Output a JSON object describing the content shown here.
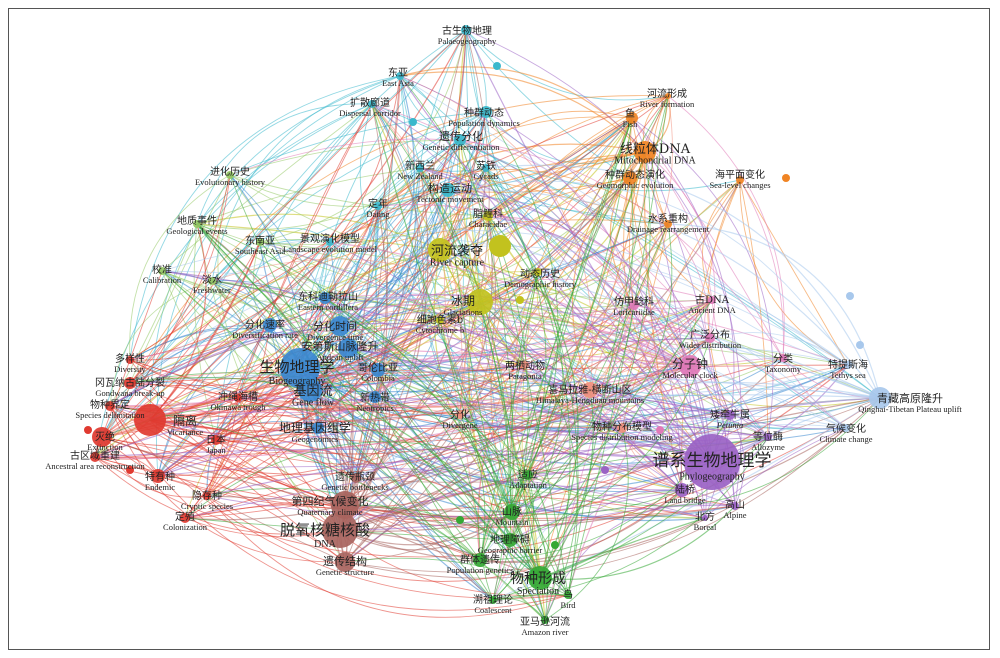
{
  "clusters": {
    "cyan": "#3ab8cc",
    "olive": "#c2c21e",
    "orange": "#f08424",
    "lightgreen": "#94c864",
    "blue": "#3a88d0",
    "red": "#e03a30",
    "brown": "#a8645e",
    "pink": "#e07ab8",
    "salmon": "#f0907e",
    "purple": "#9a62c4",
    "lightblue": "#a8c8ec",
    "green": "#34a834"
  },
  "nodes": [
    {
      "zh": "古生物地理",
      "en": "Palaeogeography",
      "c": "cyan"
    },
    {
      "zh": "东亚",
      "en": "East Asia",
      "c": "cyan"
    },
    {
      "zh": "扩散廊道",
      "en": "Dispersal corridor",
      "c": "cyan"
    },
    {
      "zh": "种群动态",
      "en": "Population dynamics",
      "c": "cyan"
    },
    {
      "zh": "遗传分化",
      "en": "Genetic differentiation",
      "c": "cyan"
    },
    {
      "zh": "新西兰",
      "en": "New Zealand",
      "c": "cyan"
    },
    {
      "zh": "苏铁",
      "en": "Cycads",
      "c": "cyan"
    },
    {
      "zh": "构造运动",
      "en": "Tectonic movement",
      "c": "cyan"
    },
    {
      "zh": "定年",
      "en": "Dating",
      "c": "cyan"
    },
    {
      "zh": "景观演化模型",
      "en": "Landscape evolution model",
      "c": "cyan"
    },
    {
      "zh": "脂鲤科",
      "en": "Characidae",
      "c": "olive"
    },
    {
      "zh": "河流袭夺",
      "en": "River capture",
      "c": "olive"
    },
    {
      "zh": "动态历史",
      "en": "Demographic history",
      "c": "olive"
    },
    {
      "zh": "冰期",
      "en": "Glaciations",
      "c": "olive"
    },
    {
      "zh": "细胞色素b",
      "en": "Cytochrome b",
      "c": "olive"
    },
    {
      "zh": "鱼",
      "en": "Fish",
      "c": "orange"
    },
    {
      "zh": "河流形成",
      "en": "River formation",
      "c": "orange"
    },
    {
      "zh": "线粒体DNA",
      "en": "Mitochondrial DNA",
      "c": "orange"
    },
    {
      "zh": "种群动态演化",
      "en": "Geomorphic evolution",
      "c": "orange"
    },
    {
      "zh": "海平面变化",
      "en": "Sea-level changes",
      "c": "orange"
    },
    {
      "zh": "水系重构",
      "en": "Drainage rearrangement",
      "c": "orange"
    },
    {
      "zh": "进化历史",
      "en": "Evolutionary history",
      "c": "lightgreen"
    },
    {
      "zh": "地质事件",
      "en": "Geological events",
      "c": "lightgreen"
    },
    {
      "zh": "东南亚",
      "en": "Southeast Asia",
      "c": "lightgreen"
    },
    {
      "zh": "校准",
      "en": "Calibration",
      "c": "lightgreen"
    },
    {
      "zh": "淡水",
      "en": "Freshwater",
      "c": "lightgreen"
    },
    {
      "zh": "东科迪勒拉山",
      "en": "Eastern cordillera",
      "c": "blue"
    },
    {
      "zh": "分化速率",
      "en": "Diversification rate",
      "c": "blue"
    },
    {
      "zh": "分化时间",
      "en": "Divergence time",
      "c": "blue"
    },
    {
      "zh": "安第斯山脉隆升",
      "en": "Andean uplift",
      "c": "blue"
    },
    {
      "zh": "生物地理学",
      "en": "Biogeography",
      "c": "blue"
    },
    {
      "zh": "哥伦比亚",
      "en": "Colombia",
      "c": "blue"
    },
    {
      "zh": "基因流",
      "en": "Gene flow",
      "c": "blue"
    },
    {
      "zh": "新热带",
      "en": "Neotropics",
      "c": "blue"
    },
    {
      "zh": "地理基因组学",
      "en": "Geogenomics",
      "c": "blue"
    },
    {
      "zh": "多样性",
      "en": "Diversity",
      "c": "red"
    },
    {
      "zh": "冈瓦纳古陆分裂",
      "en": "Gondwana break-up",
      "c": "red"
    },
    {
      "zh": "物种界定",
      "en": "Species delimitation",
      "c": "red"
    },
    {
      "zh": "隔离",
      "en": "Vicariance",
      "c": "red"
    },
    {
      "zh": "冲绳海槽",
      "en": "Okinawa trough",
      "c": "red"
    },
    {
      "zh": "灭绝",
      "en": "Extinction",
      "c": "red"
    },
    {
      "zh": "日本",
      "en": "Japan",
      "c": "red"
    },
    {
      "zh": "古区域重建",
      "en": "Ancestral area reconstruction",
      "c": "red"
    },
    {
      "zh": "特有种",
      "en": "Endemic",
      "c": "red"
    },
    {
      "zh": "隐存种",
      "en": "Cryptic species",
      "c": "red"
    },
    {
      "zh": "定殖",
      "en": "Colonization",
      "c": "red"
    },
    {
      "zh": "遗传瓶颈",
      "en": "Genetic bottlenecks",
      "c": "brown"
    },
    {
      "zh": "第四纪气候变化",
      "en": "Quaternary climate",
      "c": "brown"
    },
    {
      "zh": "脱氧核糖核酸",
      "en": "DNA",
      "c": "brown"
    },
    {
      "zh": "遗传结构",
      "en": "Genetic structure",
      "c": "brown"
    },
    {
      "zh": "两栖动物",
      "en": "Patagonia",
      "c": "salmon"
    },
    {
      "zh": "喜马拉雅-横断山区",
      "en": "Himalaya-Hengduan mountains",
      "c": "salmon"
    },
    {
      "zh": "物种分布模型",
      "en": "Species distribution modeling",
      "c": "salmon"
    },
    {
      "zh": "分化",
      "en": "Divergene",
      "c": "salmon"
    },
    {
      "zh": "仿甲鲶科",
      "en": "Loricariidae",
      "c": "pink"
    },
    {
      "zh": "古DNA",
      "en": "Ancient DNA",
      "c": "pink"
    },
    {
      "zh": "广泛分布",
      "en": "Wider distribution",
      "c": "pink"
    },
    {
      "zh": "分子钟",
      "en": "Molecular clock",
      "c": "pink"
    },
    {
      "zh": "分类",
      "en": "Taxonomy",
      "c": "pink"
    },
    {
      "zh": "谱系生物地理学",
      "en": "Phylogeography",
      "c": "purple"
    },
    {
      "zh": "矮牵牛属",
      "en": "Petunia",
      "c": "purple"
    },
    {
      "zh": "等位酶",
      "en": "Allozyme",
      "c": "purple"
    },
    {
      "zh": "陆桥",
      "en": "Land bridge",
      "c": "purple"
    },
    {
      "zh": "高山",
      "en": "Alpine",
      "c": "purple"
    },
    {
      "zh": "北方",
      "en": "Boreal",
      "c": "purple"
    },
    {
      "zh": "特提斯海",
      "en": "Tethys sea",
      "c": "lightblue"
    },
    {
      "zh": "青藏高原隆升",
      "en": "Qinghai-Tibetan Plateau uplift",
      "c": "lightblue"
    },
    {
      "zh": "气候变化",
      "en": "Climate change",
      "c": "lightblue"
    },
    {
      "zh": "适应",
      "en": "Adaptation",
      "c": "green"
    },
    {
      "zh": "山脉",
      "en": "Mountain",
      "c": "green"
    },
    {
      "zh": "地理障碍",
      "en": "Geographic barrier",
      "c": "green"
    },
    {
      "zh": "群体遗传",
      "en": "Population genetics",
      "c": "green"
    },
    {
      "zh": "物种形成",
      "en": "Speciation",
      "c": "green"
    },
    {
      "zh": "鸟",
      "en": "Bird",
      "c": "green"
    },
    {
      "zh": "溯祖理论",
      "en": "Coalescent",
      "c": "green"
    },
    {
      "zh": "亚马逊河流",
      "en": "Amazon river",
      "c": "green"
    }
  ]
}
